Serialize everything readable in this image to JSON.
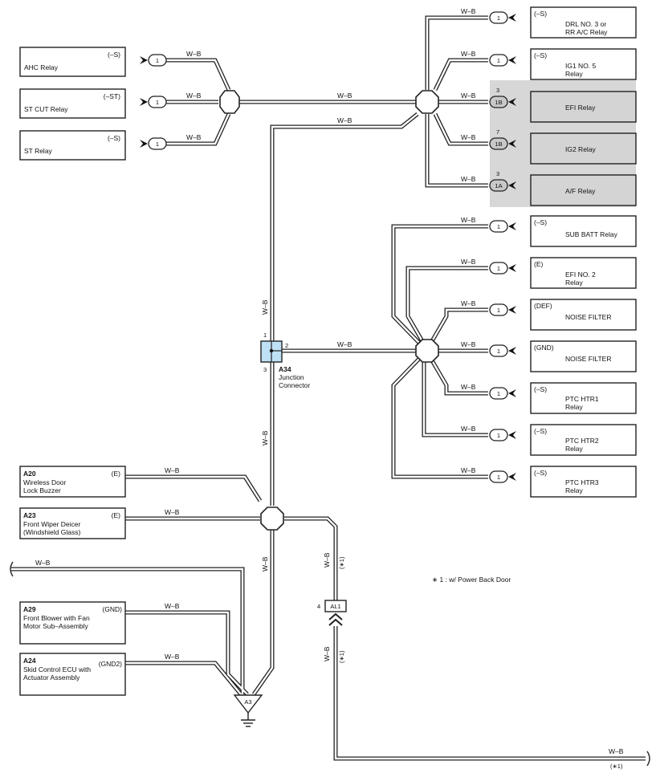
{
  "wire_color": "W–B",
  "colors": {
    "shaded_relay": "#d4d4d4",
    "junction_connector": "#bfe1f5",
    "wire": "#222222"
  },
  "left_relays": [
    {
      "name": "AHC Relay",
      "terminal": "(–S)",
      "pin": "1"
    },
    {
      "name": "ST CUT Relay",
      "terminal": "(–ST)",
      "pin": "1"
    },
    {
      "name": "ST Relay",
      "terminal": "(–S)",
      "pin": "1"
    }
  ],
  "right_upper": [
    {
      "line1": "DRL NO. 3 or",
      "line2": "RR A/C Relay",
      "terminal": "(–S)",
      "pin": "1",
      "pin_number": "",
      "shaded": false
    },
    {
      "line1": "IG1 NO. 5",
      "line2": "Relay",
      "terminal": "(–S)",
      "pin": "1",
      "pin_number": "",
      "shaded": false
    },
    {
      "line1": "EFI Relay",
      "line2": "",
      "terminal": "",
      "pin": "1B",
      "pin_number": "3",
      "shaded": true
    },
    {
      "line1": "IG2 Relay",
      "line2": "",
      "terminal": "",
      "pin": "1B",
      "pin_number": "7",
      "shaded": true
    },
    {
      "line1": "A/F Relay",
      "line2": "",
      "terminal": "",
      "pin": "1A",
      "pin_number": "3",
      "shaded": true
    }
  ],
  "right_lower": [
    {
      "line1": "SUB BATT Relay",
      "line2": "",
      "terminal": "(–S)",
      "pin": "1"
    },
    {
      "line1": "EFI NO. 2",
      "line2": "Relay",
      "terminal": "(E)",
      "pin": "1"
    },
    {
      "line1": "NOISE FILTER",
      "line2": "",
      "terminal": "(DEF)",
      "pin": "1"
    },
    {
      "line1": "NOISE FILTER",
      "line2": "",
      "terminal": "(GND)",
      "pin": "1"
    },
    {
      "line1": "PTC HTR1",
      "line2": "Relay",
      "terminal": "(–S)",
      "pin": "1"
    },
    {
      "line1": "PTC HTR2",
      "line2": "Relay",
      "terminal": "(–S)",
      "pin": "1"
    },
    {
      "line1": "PTC HTR3",
      "line2": "Relay",
      "terminal": "(–S)",
      "pin": "1"
    }
  ],
  "junction": {
    "code": "A34",
    "line1": "Junction",
    "line2": "Connector",
    "pin1": "1",
    "pin2": "2",
    "pin3": "3"
  },
  "left_lower": [
    {
      "code": "A20",
      "line1": "Wireless Door",
      "line2": "Lock Buzzer",
      "line3": "",
      "terminal": "(E)"
    },
    {
      "code": "A23",
      "line1": "Front Wiper Deicer",
      "line2": "(Windshield Glass)",
      "line3": "",
      "terminal": "(E)"
    },
    {
      "code": "A29",
      "line1": "Front Blower with Fan",
      "line2": "Motor Sub–Assembly",
      "line3": "",
      "terminal": "(GND)"
    },
    {
      "code": "A24",
      "line1": "Skid Control ECU with",
      "line2": "Actuator Assembly",
      "line3": "",
      "terminal": "(GND2)"
    }
  ],
  "ground": {
    "code": "A3"
  },
  "connector_al1": {
    "code": "AL1",
    "pin": "4"
  },
  "note_mark": "(∗1)",
  "note_text": "∗ 1 : w/ Power Back Door"
}
